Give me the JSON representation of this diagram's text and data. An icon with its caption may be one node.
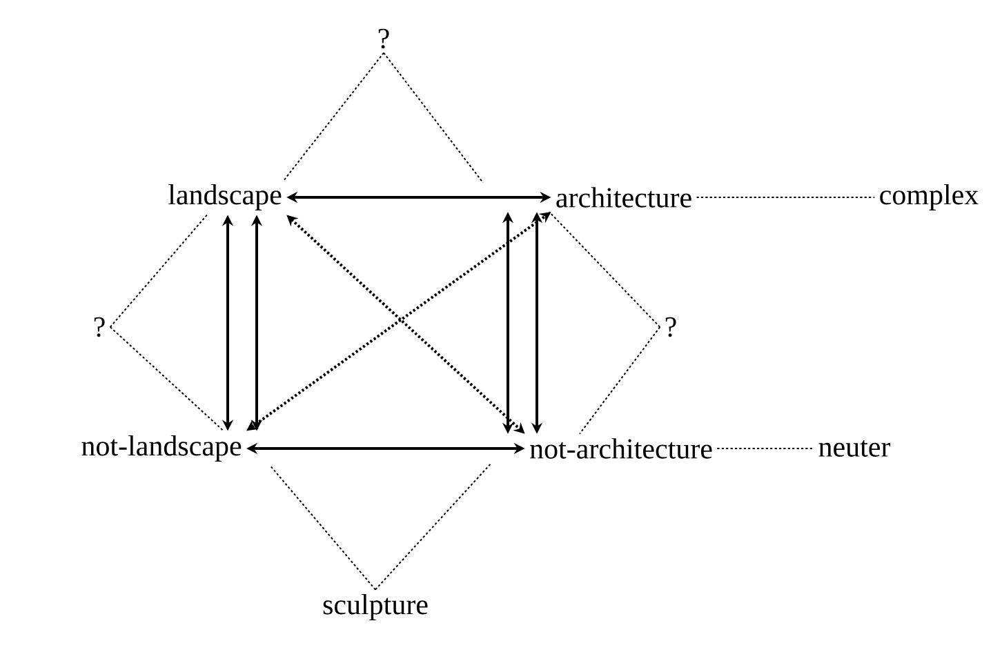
{
  "diagram": {
    "nodes": [
      {
        "text": [
          "?"
        ]
      },
      {
        "text": [
          "landscape"
        ]
      },
      {
        "text": [
          "architecture"
        ]
      },
      {
        "text": [
          "complex"
        ]
      },
      {
        "text": [
          "?"
        ]
      },
      {
        "text": [
          "?"
        ]
      },
      {
        "text": [
          "not-landscape"
        ]
      },
      {
        "text": [
          "not-architecture"
        ]
      },
      {
        "text": [
          "neuter"
        ]
      },
      {
        "text": [
          "sculpture"
        ]
      }
    ],
    "edges": [
      {
        "from": 1,
        "to": 2,
        "arrow": "both"
      },
      {
        "from": 1,
        "to": 6,
        "arrow": "both"
      },
      {
        "from": 1,
        "to": 6,
        "arrow": "both"
      },
      {
        "from": 2,
        "to": 7,
        "arrow": "both"
      },
      {
        "from": 2,
        "to": 7,
        "arrow": "both"
      },
      {
        "from": 1,
        "to": 7,
        "arrow": "both",
        "style": "dashed"
      },
      {
        "from": 6,
        "to": 2,
        "arrow": "both",
        "style": "dashed"
      },
      {
        "from": 6,
        "to": 7,
        "arrow": "both"
      },
      {
        "from": 0,
        "to": 1,
        "arrow": "none",
        "style": "dashed"
      },
      {
        "from": 0,
        "to": 2,
        "arrow": "none",
        "style": "dashed"
      },
      {
        "from": 2,
        "to": 3,
        "arrow": "none",
        "style": "dashed"
      },
      {
        "from": 4,
        "to": 1,
        "arrow": "none",
        "style": "dashed"
      },
      {
        "from": 4,
        "to": 6,
        "arrow": "none",
        "style": "dashed"
      },
      {
        "from": 5,
        "to": 2,
        "arrow": "none",
        "style": "dashed"
      },
      {
        "from": 5,
        "to": 7,
        "arrow": "none",
        "style": "dashed"
      },
      {
        "from": 7,
        "to": 8,
        "arrow": "none",
        "style": "dashed"
      },
      {
        "from": 9,
        "to": 6,
        "arrow": "none",
        "style": "dashed"
      },
      {
        "from": 9,
        "to": 7,
        "arrow": "none",
        "style": "dashed"
      }
    ]
  }
}
